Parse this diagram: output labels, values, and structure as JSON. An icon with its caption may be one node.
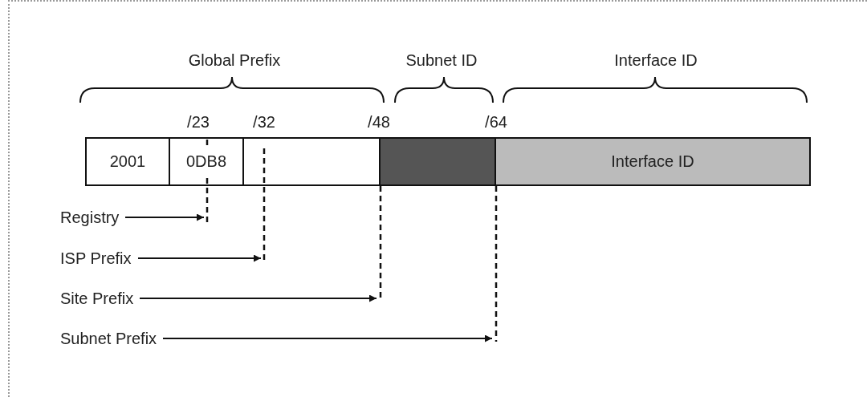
{
  "diagram": {
    "nodes": [
      {
        "text": [
          "2001"
        ]
      },
      {
        "text": [
          "0DB8"
        ]
      },
      {
        "text": [],
        "shape": "box"
      },
      {
        "text": [],
        "shape": "box"
      },
      {
        "text": [
          "Interface ID"
        ]
      },
      {
        "text": [
          "Registry"
        ]
      },
      {
        "text": [
          "ISP Prefix"
        ]
      },
      {
        "text": [
          "Site Prefix"
        ]
      },
      {
        "text": [
          "Subnet Prefix"
        ]
      }
    ],
    "edges": [
      {
        "from": 5,
        "to": null,
        "arrow": "to"
      },
      {
        "from": 6,
        "to": null,
        "arrow": "to"
      },
      {
        "from": 7,
        "to": null,
        "arrow": "to"
      },
      {
        "from": 8,
        "to": null,
        "arrow": "to"
      }
    ],
    "labels": [
      "Global Prefix",
      "Subnet ID",
      "Interface ID",
      "/23",
      "/32",
      "/48",
      "/64"
    ]
  }
}
